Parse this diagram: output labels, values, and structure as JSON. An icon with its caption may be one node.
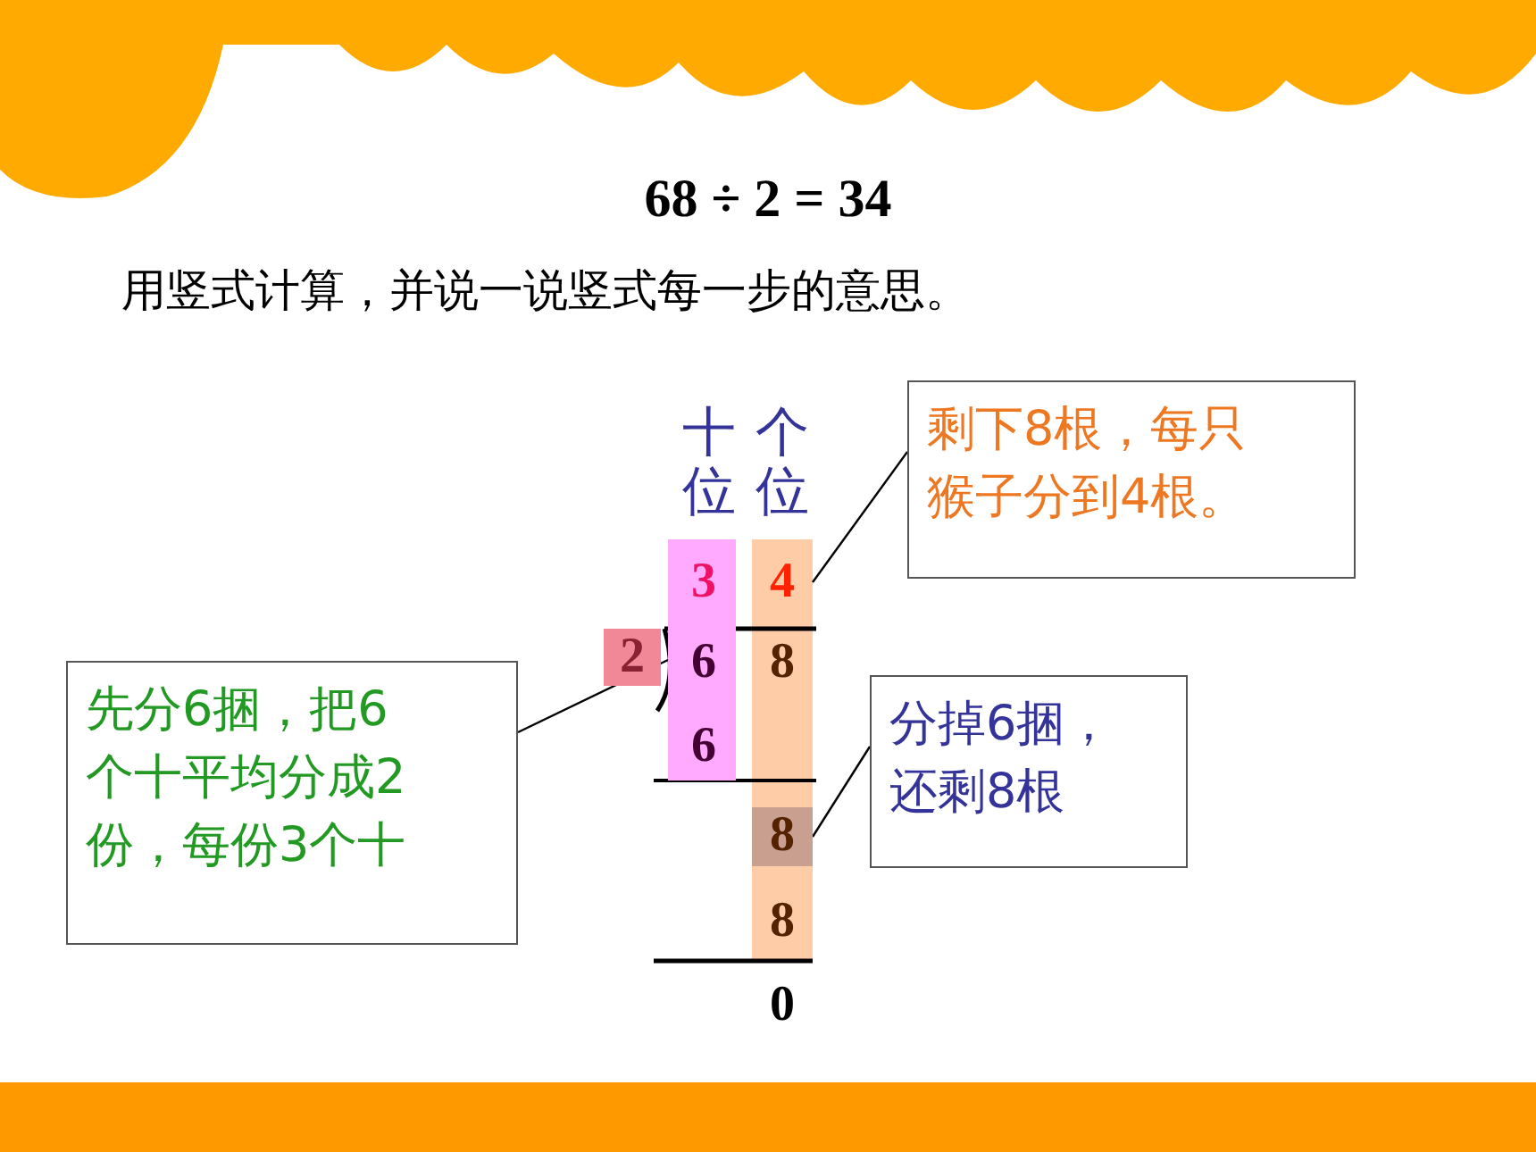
{
  "diagram": {
    "title": "68 ÷ 2 = 34",
    "nodes": [
      {
        "text": [
          "剩下8根，每只猴子分到4根。"
        ]
      },
      {
        "text": [
          "4"
        ]
      },
      {
        "text": [
          "先分6捆，把6个十平均分成2份，每份3个十"
        ]
      },
      {
        "text": [],
        "shape": "bar"
      },
      {
        "text": [
          "分掉6捆，还剩8根"
        ]
      },
      {
        "text": [
          "8"
        ]
      }
    ],
    "edges": [
      {
        "from": 0,
        "to": 1,
        "arrow": "none"
      },
      {
        "from": 2,
        "to": 3,
        "arrow": "none"
      },
      {
        "from": 4,
        "to": 5,
        "arrow": "none"
      }
    ],
    "labels": [
      "用竖式计算，并说一说竖式每一步的意思。",
      "十位",
      "个位",
      "3",
      "2",
      "6",
      "8",
      "6",
      "8",
      "0"
    ]
  }
}
